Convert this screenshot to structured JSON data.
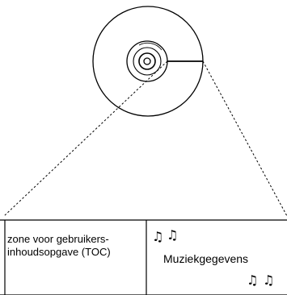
{
  "disc": {
    "title": ""
  },
  "table": {
    "toc_zone_label": "zone voor gebruikers-inhoudsopgave (TOC)",
    "toc_zone_line1": "zone voor gebruikers-",
    "toc_zone_line2": "inhoudsopgave (TOC)",
    "music_data_label": "Muziekgegevens"
  },
  "notes": {
    "glyph": "♫"
  },
  "colors": {
    "line": "#000000",
    "background": "#ffffff"
  }
}
